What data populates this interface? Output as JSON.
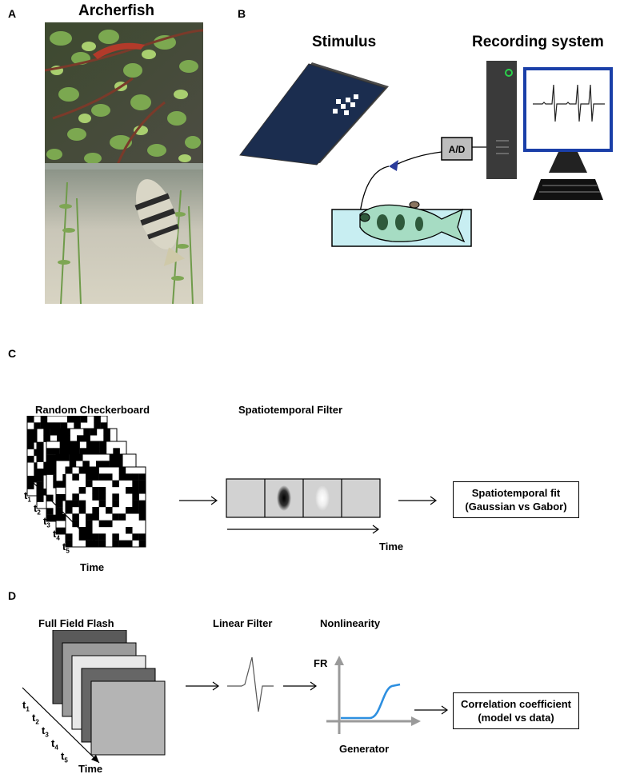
{
  "panel_a": {
    "letter": "A",
    "title": "Archerfish"
  },
  "panel_b": {
    "letter": "B",
    "stimulus_label": "Stimulus",
    "recording_label": "Recording system",
    "ad_label": "A/D"
  },
  "panel_c": {
    "letter": "C",
    "checkerboard_label": "Random Checkerboard",
    "filter_label": "Spatiotemporal Filter",
    "time_label_filter": "Time",
    "time_label_stack": "Time",
    "output_line1": "Spatiotemporal fit",
    "output_line2": "(Gaussian vs Gabor)",
    "t_labels": [
      "t",
      "t",
      "t",
      "t",
      "t"
    ],
    "t_subs": [
      "1",
      "2",
      "3",
      "4",
      "5"
    ]
  },
  "panel_d": {
    "letter": "D",
    "flash_label": "Full Field Flash",
    "linear_label": "Linear Filter",
    "nonlin_label": "Nonlinearity",
    "fr_label": "FR",
    "generator_label": "Generator",
    "time_label_stack": "Time",
    "output_line1": "Correlation coefficient",
    "output_line2": "(model vs data)",
    "t_labels": [
      "t",
      "t",
      "t",
      "t",
      "t"
    ],
    "t_subs": [
      "1",
      "2",
      "3",
      "4",
      "5"
    ],
    "flash_colors": [
      "#5a5a5a",
      "#9b9b9b",
      "#e8e8e8",
      "#666666",
      "#b4b4b4"
    ]
  },
  "colors": {
    "monitor_blue": "#1a3fa8",
    "stimulus_screen": "#1b2d4f",
    "tank_water": "#c8eef2",
    "fish_body": "#a6dcc3",
    "sigmoid_blue": "#2d8fe0",
    "axis_gray": "#9a9a9a"
  }
}
